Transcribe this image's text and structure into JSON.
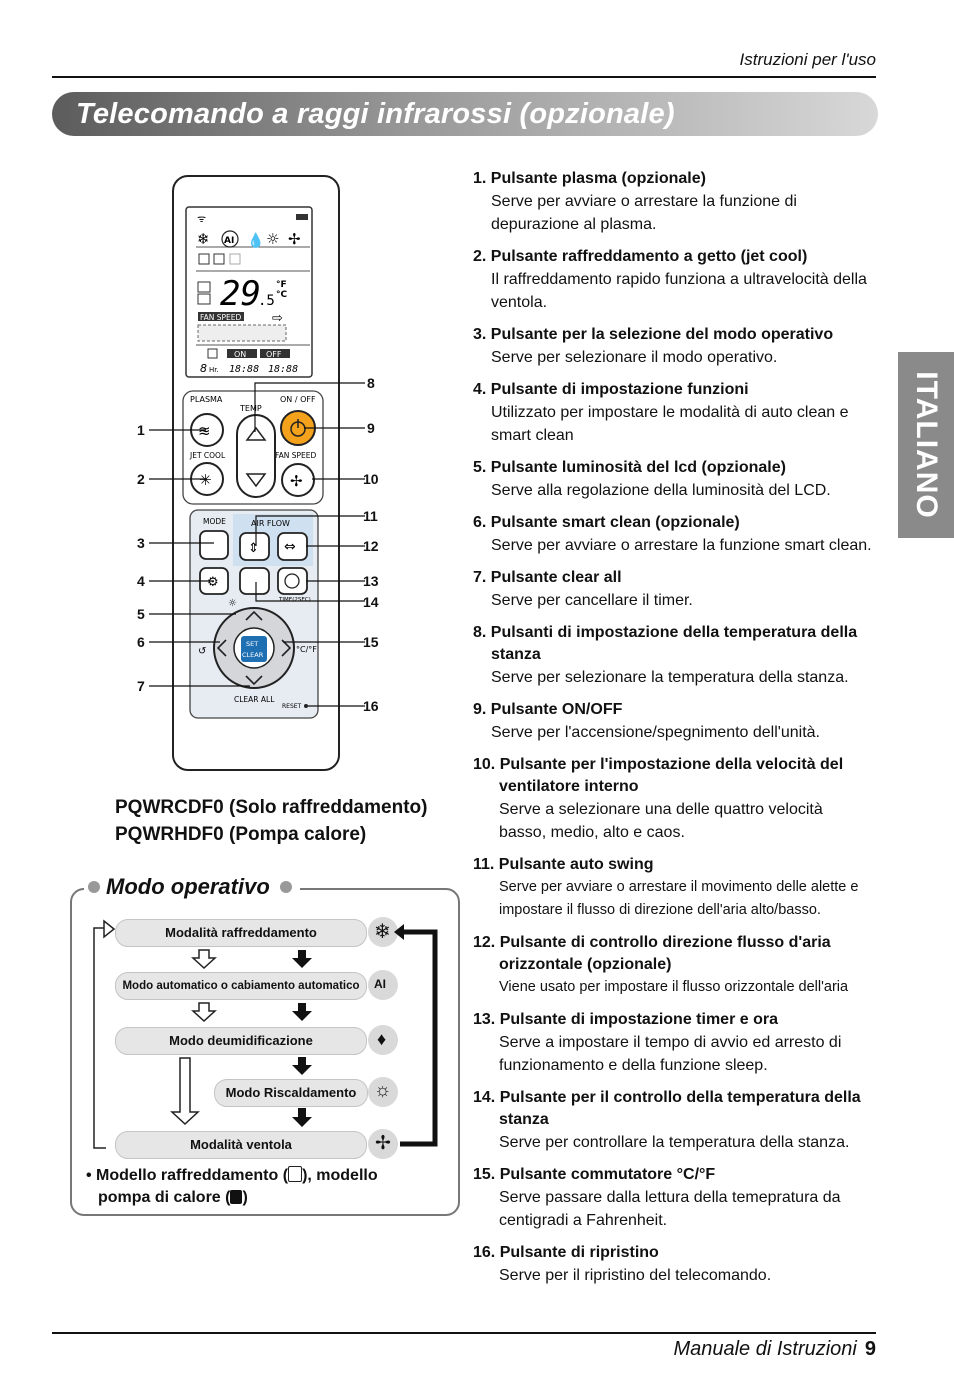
{
  "header": {
    "right_text": "Istruzioni per l'uso"
  },
  "title": "Telecomando a raggi infrarossi (opzionale)",
  "side_tab": "ITALIANO",
  "remote": {
    "display": {
      "temp": "29",
      "temp_decimal": ".5",
      "unit_f": "°F",
      "unit_c": "°C",
      "fan_speed": "FAN SPEED",
      "on": "ON",
      "off": "OFF",
      "timer_prefix": "8",
      "timer_hr": "Hr.",
      "timer_digits": "18:88"
    },
    "labels": {
      "plasma": "PLASMA",
      "temp": "TEMP",
      "on_off": "ON / OFF",
      "jet_cool": "JET COOL",
      "fan_speed": "FAN SPEED",
      "mode": "MODE",
      "air_flow": "AIR FLOW",
      "time_sec": "TIME(2SEC)",
      "set": "SET",
      "clear": "CLEAR",
      "cf": "°C/°F",
      "clear_all": "CLEAR ALL",
      "reset": "RESET"
    },
    "callouts_left": [
      "1",
      "2",
      "3",
      "4",
      "5",
      "6",
      "7"
    ],
    "callouts_right": [
      "8",
      "9",
      "10",
      "11",
      "12",
      "13",
      "14",
      "15",
      "16"
    ]
  },
  "models": {
    "line1": "PQWRCDF0 (Solo raffreddamento)",
    "line2": "PQWRHDF0 (Pompa calore)"
  },
  "modo_operativo": {
    "title": "Modo operativo",
    "modes": [
      {
        "label": "Modalità raffreddamento",
        "icon": "snowflake-icon"
      },
      {
        "label": "Modo automatico o cabiamento automatico",
        "icon": "ai-icon"
      },
      {
        "label": "Modo deumidificazione",
        "icon": "droplet-icon"
      },
      {
        "label": "Modo Riscaldamento",
        "icon": "sun-icon"
      },
      {
        "label": "Modalità ventola",
        "icon": "fan-icon"
      }
    ],
    "legend_part1": "• Modello raffreddamento (",
    "legend_part2": "), modello",
    "legend_part3": "pompa di calore (",
    "legend_part4": ")"
  },
  "items": [
    {
      "title": "1. Pulsante plasma (opzionale)",
      "desc": "Serve per avviare o arrestare la funzione di depurazione al plasma."
    },
    {
      "title": "2. Pulsante raffreddamento a getto (jet cool)",
      "desc": "Il raffreddamento rapido funziona a ultravelocità della ventola."
    },
    {
      "title": "3. Pulsante per la selezione del modo operativo",
      "desc": "Serve per selezionare il modo operativo."
    },
    {
      "title": "4. Pulsante di impostazione funzioni",
      "desc": "Utilizzato per impostare le modalità di auto clean e smart clean"
    },
    {
      "title": "5. Pulsante luminosità del lcd (opzionale)",
      "desc": "Serve alla regolazione della luminosità del LCD."
    },
    {
      "title": "6. Pulsante smart clean (opzionale)",
      "desc": "Serve per avviare o arrestare la funzione smart clean."
    },
    {
      "title": "7. Pulsante clear all",
      "desc": "Serve per cancellare il timer."
    },
    {
      "title": "8. Pulsanti di impostazione della temperatura della stanza",
      "desc": "Serve per selezionare la temperatura della stanza."
    },
    {
      "title": "9. Pulsante ON/OFF",
      "desc": "Serve per l'accensione/spegnimento dell'unità."
    },
    {
      "title": "10. Pulsante per l'impostazione della velocità del ventilatore interno",
      "desc": "Serve a selezionare una delle quattro velocità basso, medio, alto e caos."
    },
    {
      "title": "11. Pulsante auto swing",
      "desc": "Serve per avviare o arrestare il movimento delle alette e impostare il flusso di direzione dell'aria alto/basso."
    },
    {
      "title": "12. Pulsante di controllo direzione flusso d'aria orizzontale (opzionale)",
      "desc": "Viene usato per impostare il flusso orizzontale dell'aria"
    },
    {
      "title": "13. Pulsante di impostazione timer e ora",
      "desc": "Serve a impostare il tempo di avvio ed arresto di funzionamento e della funzione sleep."
    },
    {
      "title": "14. Pulsante per il controllo della temperatura della stanza",
      "desc": "Serve per controllare la temperatura della stanza."
    },
    {
      "title": "15. Pulsante commutatore °C/°F",
      "desc": "Serve passare dalla lettura della temepratura da centigradi a Fahrenheit."
    },
    {
      "title": "16. Pulsante di ripristino",
      "desc": "Serve per il ripristino del telecomando."
    }
  ],
  "footer": {
    "text": "Manuale di Istruzioni",
    "page": "9"
  }
}
